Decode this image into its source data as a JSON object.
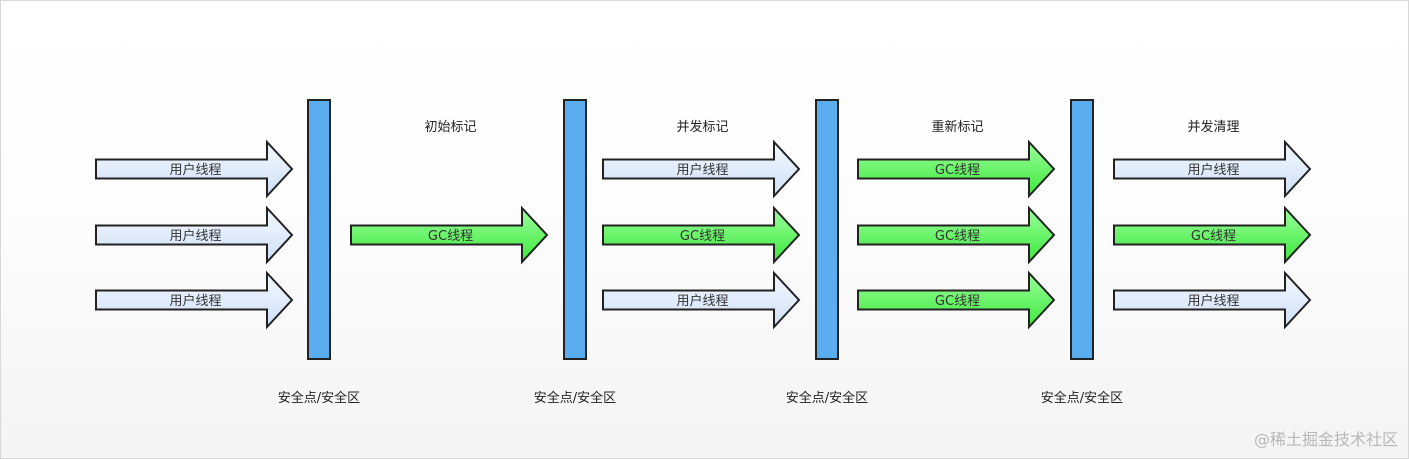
{
  "colors": {
    "user_thread_fill_top": "#f4f8ff",
    "user_thread_fill_bottom": "#cfe0f7",
    "gc_thread_fill_top": "#9cff9c",
    "gc_thread_fill_bottom": "#3ce83c",
    "barrier_fill": "#5aaef0",
    "outline": "#222222"
  },
  "labels": {
    "user_thread": "用户线程",
    "gc_thread": "GC线程"
  },
  "barrier_label": "安全点/安全区",
  "watermark": "@稀土掘金技术社区",
  "stages": [
    {
      "id": "pre",
      "phase": "",
      "threads": [
        "user",
        "user",
        "user"
      ]
    },
    {
      "id": "initial-mark",
      "phase": "初始标记",
      "threads": [
        null,
        "gc",
        null
      ]
    },
    {
      "id": "concurrent-mark",
      "phase": "并发标记",
      "threads": [
        "user",
        "gc",
        "user"
      ]
    },
    {
      "id": "remark",
      "phase": "重新标记",
      "threads": [
        "gc",
        "gc",
        "gc"
      ]
    },
    {
      "id": "concurrent-sweep",
      "phase": "并发清理",
      "threads": [
        "user",
        "gc",
        "user"
      ]
    }
  ]
}
